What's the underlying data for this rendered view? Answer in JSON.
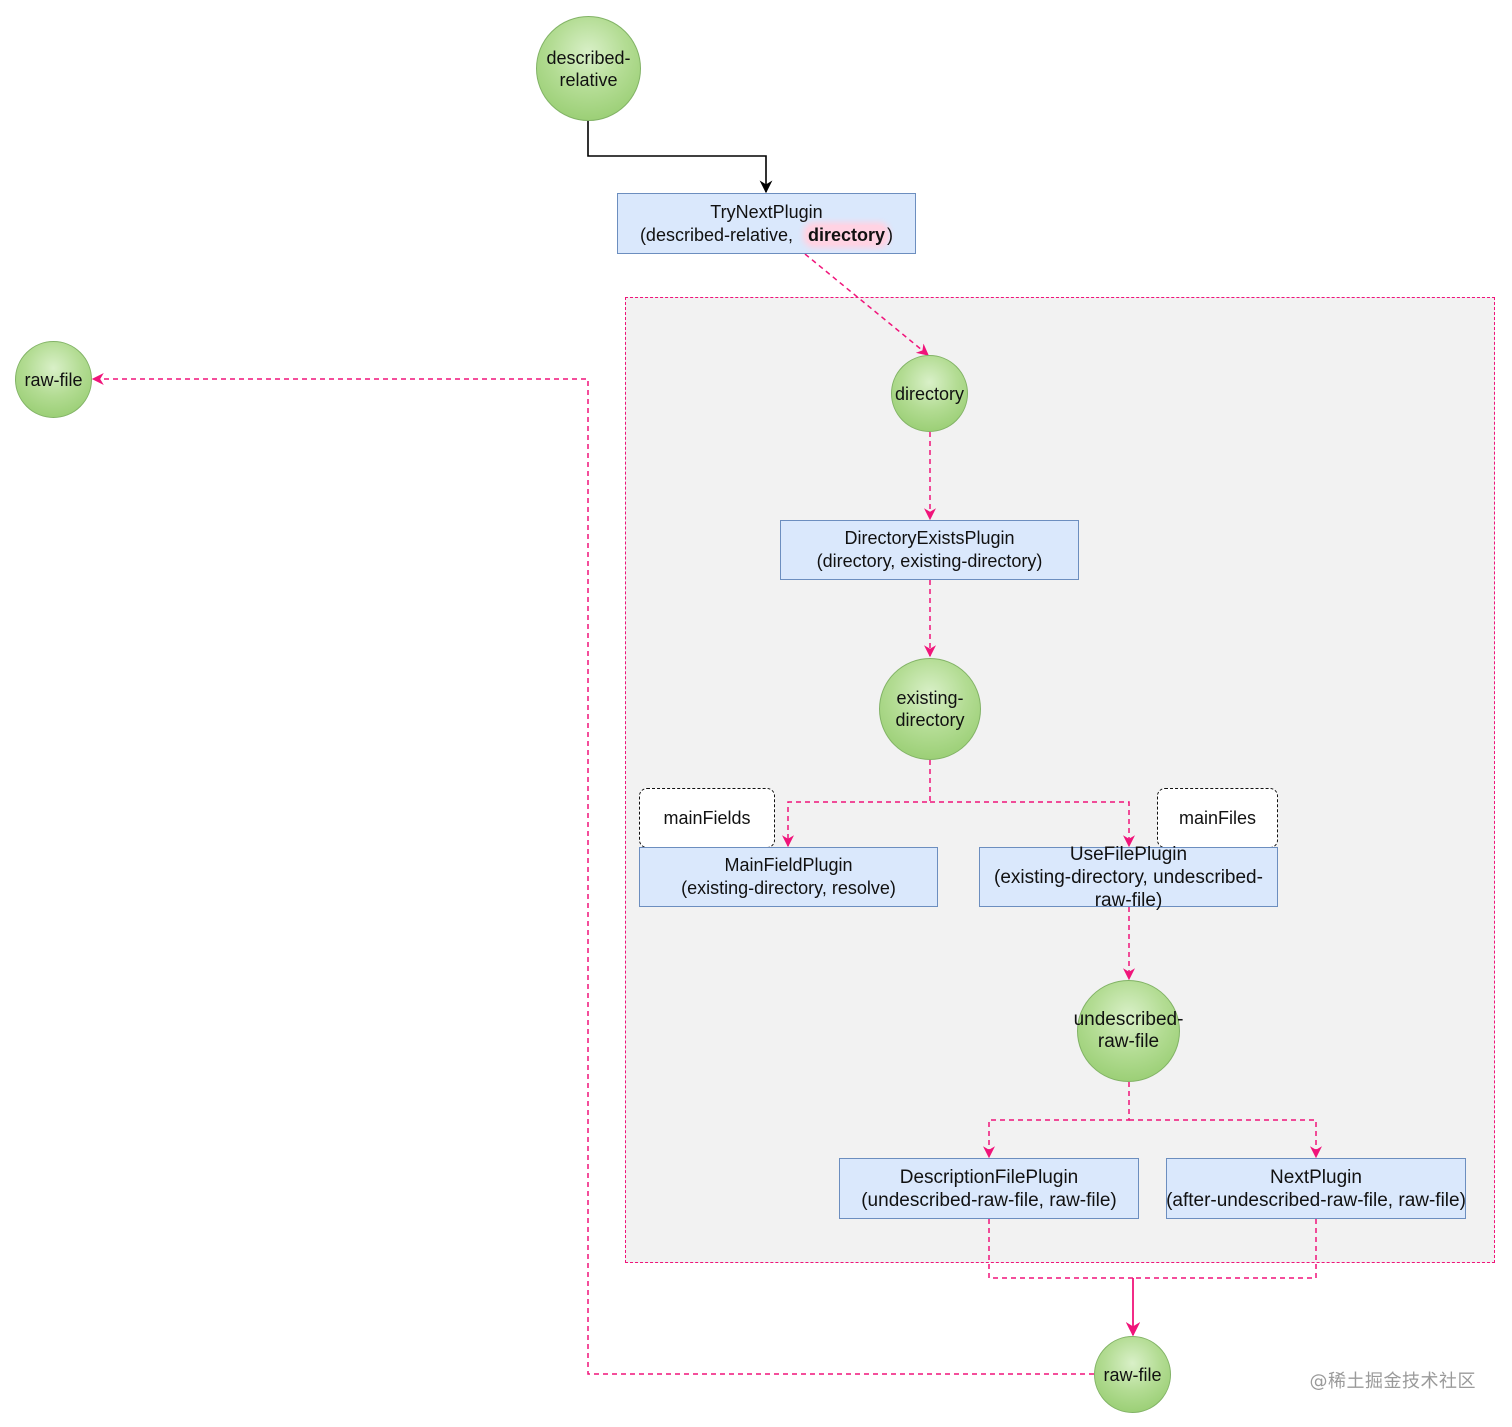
{
  "nodes": {
    "described_relative": {
      "line1": "described-",
      "line2": "relative"
    },
    "try_next_plugin": {
      "line1": "TryNextPlugin",
      "line2_prefix": "(described-relative,",
      "line2_highlight": "directory",
      "line2_suffix": ")"
    },
    "raw_file_left": "raw-file",
    "directory": "directory",
    "directory_exists_plugin": {
      "line1": "DirectoryExistsPlugin",
      "line2": "(directory, existing-directory)"
    },
    "existing_directory": {
      "line1": "existing-",
      "line2": "directory"
    },
    "main_fields_note": "mainFields",
    "main_files_note": "mainFiles",
    "main_field_plugin": {
      "line1": "MainFieldPlugin",
      "line2": "(existing-directory, resolve)"
    },
    "use_file_plugin": {
      "line1": "UseFilePlugin",
      "line2": "(existing-directory, undescribed-",
      "line3": "raw-file)"
    },
    "undescribed_raw_file": {
      "line1": "undescribed-",
      "line2": "raw-file"
    },
    "description_file_plugin": {
      "line1": "DescriptionFilePlugin",
      "line2": "(undescribed-raw-file, raw-file)"
    },
    "next_plugin": {
      "line1": "NextPlugin",
      "line2": "(after-undescribed-raw-file, raw-file)"
    },
    "raw_file_bottom": "raw-file"
  },
  "watermark": "@稀土掘金技术社区",
  "colors": {
    "circle_fill": "#b3dc93",
    "circle_stroke": "#82b366",
    "rect_fill": "#dae8fc",
    "rect_stroke": "#6c8ebf",
    "dashed_edge": "#f0147a",
    "solid_edge": "#000000",
    "group_fill": "#f2f2f2",
    "highlight": "#ffd3e3"
  }
}
